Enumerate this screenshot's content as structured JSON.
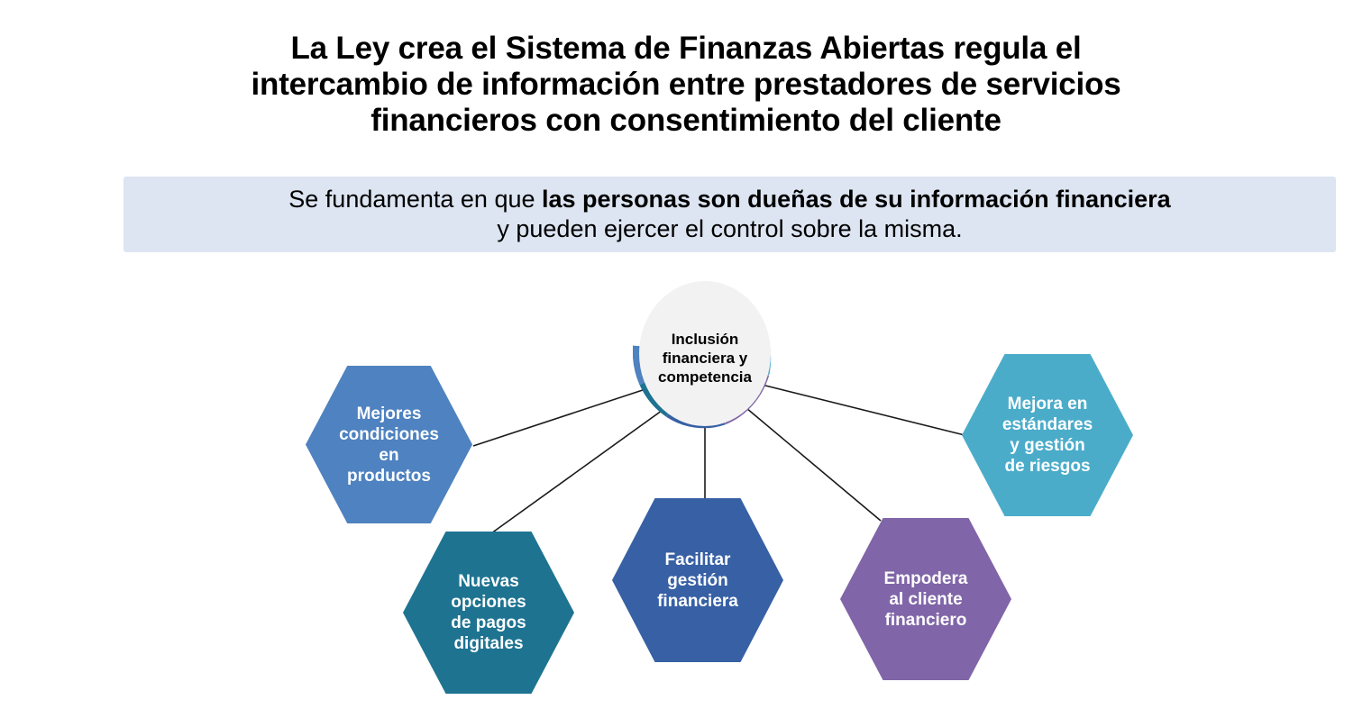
{
  "title": {
    "lines": [
      "La Ley crea el Sistema de Finanzas Abiertas regula el",
      "intercambio de información entre prestadores de servicios",
      "financieros con consentimiento del cliente"
    ]
  },
  "subtitle": {
    "line1_prefix": "Se fundamenta en que ",
    "line1_bold": "las personas son dueñas de su información financiera",
    "line2": "y pueden ejercer el control sobre la misma.",
    "background_color": "#dde5f2"
  },
  "diagram": {
    "type": "radial-hub-and-spoke",
    "center": {
      "label": "Inclusión\nfinanciera y\ncompetencia",
      "fill_color": "#f2f2f2",
      "ring_segments": [
        {
          "name": "segment-steel-blue",
          "color": "#4e82c0"
        },
        {
          "name": "segment-teal",
          "color": "#1e7391"
        },
        {
          "name": "segment-dark-blue",
          "color": "#3760a5"
        },
        {
          "name": "segment-purple",
          "color": "#8065a8"
        },
        {
          "name": "segment-cyan",
          "color": "#4bacca"
        }
      ]
    },
    "nodes": [
      {
        "label": "Mejores\ncondiciones\nen\nproductos",
        "color": "#4e82c0"
      },
      {
        "label": "Nuevas\nopciones\nde pagos\ndigitales",
        "color": "#1e7391"
      },
      {
        "label": "Facilitar\ngestión\nfinanciera",
        "color": "#3760a5"
      },
      {
        "label": "Empodera\nal cliente\nfinanciero",
        "color": "#8065a8"
      },
      {
        "label": "Mejora en\nestándares\ny gestión\nde riesgos",
        "color": "#4bacca"
      }
    ],
    "connector_color": "#1a1a1a"
  }
}
